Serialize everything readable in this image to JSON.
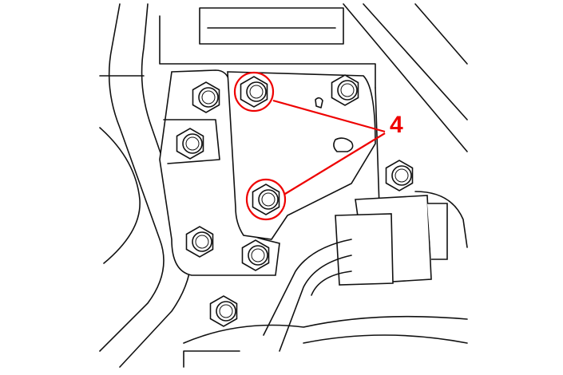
{
  "callout": {
    "label": "4",
    "color": "#e00000"
  },
  "diagram": {
    "highlighted_bolts": 2,
    "other_bolts": 7
  }
}
